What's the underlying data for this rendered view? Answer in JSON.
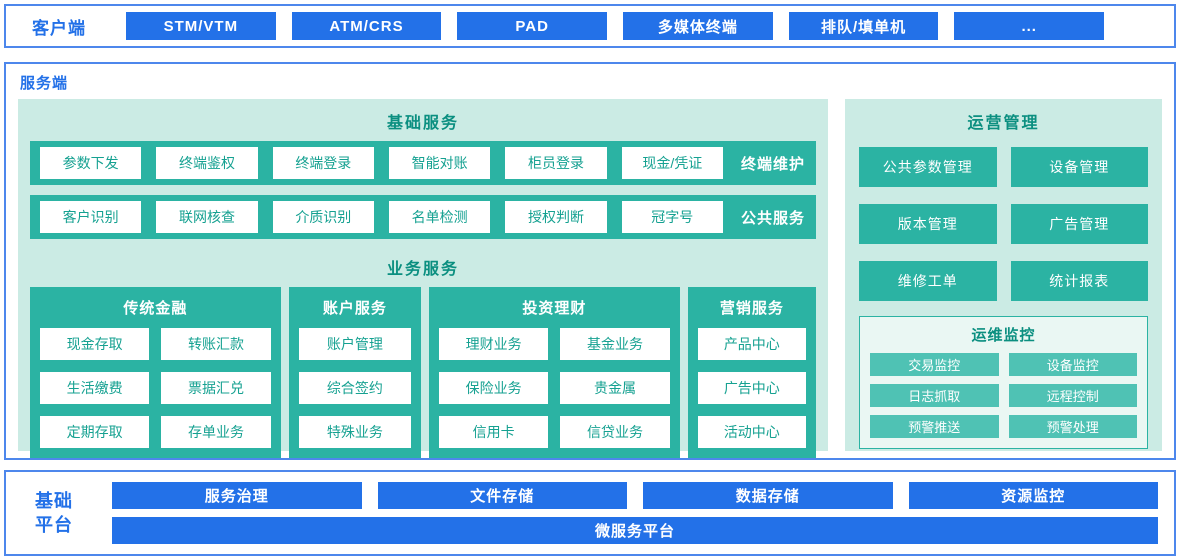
{
  "client": {
    "label": "客户端",
    "items": [
      "STM/VTM",
      "ATM/CRS",
      "PAD",
      "多媒体终端",
      "排队/填单机",
      "..."
    ]
  },
  "server": {
    "label": "服务端",
    "basic": {
      "title": "基础服务",
      "rows": [
        {
          "label": "终端维护",
          "items": [
            "参数下发",
            "终端鉴权",
            "终端登录",
            "智能对账",
            "柜员登录",
            "现金/凭证"
          ]
        },
        {
          "label": "公共服务",
          "items": [
            "客户识别",
            "联网核查",
            "介质识别",
            "名单检测",
            "授权判断",
            "冠字号"
          ]
        }
      ]
    },
    "business": {
      "title": "业务服务",
      "groups": [
        {
          "title": "传统金融",
          "items": [
            "现金存取",
            "转账汇款",
            "生活缴费",
            "票据汇兑",
            "定期存取",
            "存单业务"
          ]
        },
        {
          "title": "账户服务",
          "items": [
            "账户管理",
            "综合签约",
            "特殊业务"
          ]
        },
        {
          "title": "投资理财",
          "items": [
            "理财业务",
            "基金业务",
            "保险业务",
            "贵金属",
            "信用卡",
            "信贷业务"
          ]
        },
        {
          "title": "营销服务",
          "items": [
            "产品中心",
            "广告中心",
            "活动中心"
          ]
        }
      ]
    },
    "operations": {
      "title": "运营管理",
      "items": [
        "公共参数管理",
        "设备管理",
        "版本管理",
        "广告管理",
        "维修工单",
        "统计报表"
      ],
      "monitoring": {
        "title": "运维监控",
        "items": [
          "交易监控",
          "设备监控",
          "日志抓取",
          "远程控制",
          "预警推送",
          "预警处理"
        ]
      }
    }
  },
  "platform": {
    "label": "基础平台",
    "items": [
      "服务治理",
      "文件存储",
      "数据存储",
      "资源监控"
    ],
    "full_width_item": "微服务平台"
  },
  "colors": {
    "primary_blue": "#2371e8",
    "border_blue": "#4d87ec",
    "teal": "#2bb3a3",
    "teal_light_panel": "#cbebe4",
    "teal_monitor_button": "#4fc2b4",
    "title_teal": "#0b8f80"
  }
}
